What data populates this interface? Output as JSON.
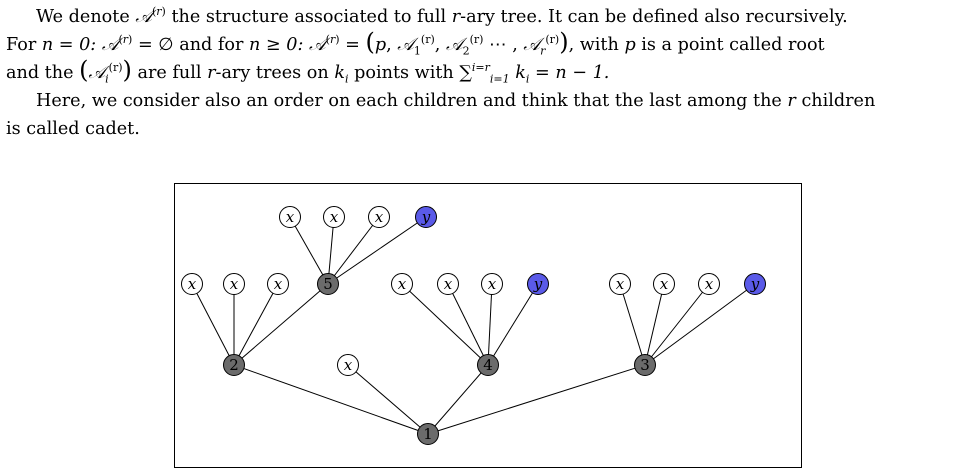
{
  "paragraph1": {
    "s1": "We denote",
    "s2": "the structure associated to full",
    "s3": "-ary tree. It can be defined also recursively.",
    "s4": "For",
    "s5": "and for",
    "s6": ", with",
    "s7": "is a point called root",
    "s8": "and the",
    "s9": "are full",
    "s10": "-ary trees on",
    "s11": "points with",
    "sym_A": "𝒜",
    "sym_r": "r",
    "sym_n0": "n = 0:",
    "sym_empty": "= ∅",
    "sym_nge0": "n ≥ 0:",
    "sym_p": "p",
    "sym_ki": "k",
    "sym_i": "i",
    "sym_sum": "∑",
    "sum_sup": "i=r",
    "sum_sub": "i=1",
    "sum_rhs": "= n − 1."
  },
  "paragraph2": {
    "s1": "Here, we consider also an order on each children and think that the last among the",
    "s2": "children",
    "s3": "is called cadet."
  },
  "figure": {
    "colors": {
      "dark": "#6b6b6b",
      "blue": "#5a5ae8",
      "white": "#ffffff"
    },
    "nodes": [
      {
        "id": "1",
        "label": "1",
        "kind": "dark"
      },
      {
        "id": "2",
        "label": "2",
        "kind": "dark"
      },
      {
        "id": "3",
        "label": "3",
        "kind": "dark"
      },
      {
        "id": "4",
        "label": "4",
        "kind": "dark"
      },
      {
        "id": "5",
        "label": "5",
        "kind": "dark"
      },
      {
        "id": "x1",
        "label": "x",
        "kind": "white"
      },
      {
        "id": "x2",
        "label": "x",
        "kind": "white"
      },
      {
        "id": "x3",
        "label": "x",
        "kind": "white"
      },
      {
        "id": "x4",
        "label": "x",
        "kind": "white"
      },
      {
        "id": "x5",
        "label": "x",
        "kind": "white"
      },
      {
        "id": "x6",
        "label": "x",
        "kind": "white"
      },
      {
        "id": "y1",
        "label": "y",
        "kind": "blue"
      },
      {
        "id": "x7",
        "label": "x",
        "kind": "white"
      },
      {
        "id": "x8",
        "label": "x",
        "kind": "white"
      },
      {
        "id": "x9",
        "label": "x",
        "kind": "white"
      },
      {
        "id": "y2",
        "label": "y",
        "kind": "blue"
      },
      {
        "id": "x10",
        "label": "x",
        "kind": "white"
      },
      {
        "id": "x11",
        "label": "x",
        "kind": "white"
      },
      {
        "id": "x12",
        "label": "x",
        "kind": "white"
      },
      {
        "id": "y3",
        "label": "y",
        "kind": "blue"
      }
    ],
    "edges": [
      [
        "1",
        "2"
      ],
      [
        "1",
        "x7"
      ],
      [
        "1",
        "4"
      ],
      [
        "1",
        "3"
      ],
      [
        "2",
        "x4"
      ],
      [
        "2",
        "x5"
      ],
      [
        "2",
        "x6"
      ],
      [
        "2",
        "5"
      ],
      [
        "5",
        "x1"
      ],
      [
        "5",
        "x2"
      ],
      [
        "5",
        "x3"
      ],
      [
        "5",
        "y1"
      ],
      [
        "4",
        "x8"
      ],
      [
        "4",
        "x9"
      ],
      [
        "4",
        "x10"
      ],
      [
        "4",
        "y2"
      ],
      [
        "3",
        "x11"
      ],
      [
        "3",
        "x12"
      ],
      [
        "3",
        "x13"
      ],
      [
        "3",
        "y3"
      ]
    ]
  }
}
